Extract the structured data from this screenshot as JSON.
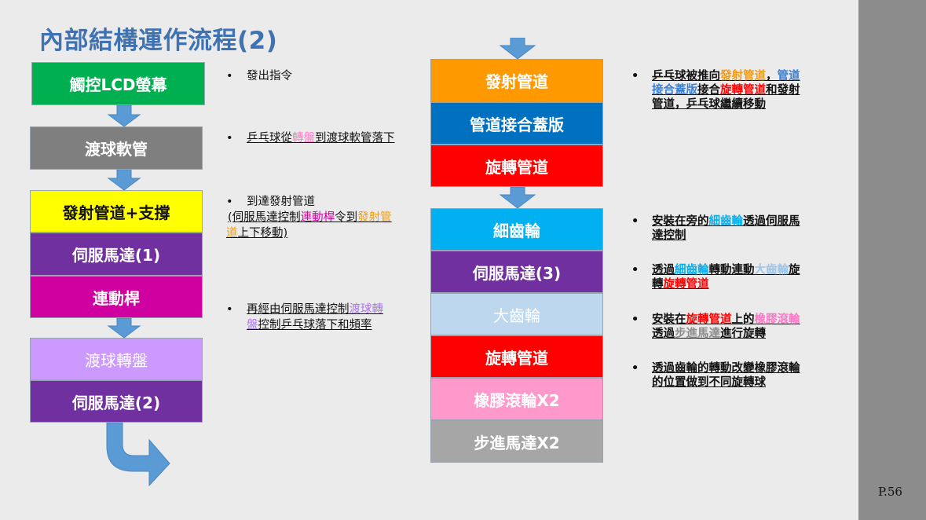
{
  "title": "內部結構運作流程(2)",
  "page_number": "P.56",
  "colors": {
    "accent_title": "#3f72b2",
    "arrow": "#5b9bd5",
    "highlight_orange": "#f39c12",
    "highlight_red": "#ff0000",
    "highlight_blue": "#3d7fd0",
    "highlight_pink": "#ff78c8",
    "highlight_purple": "#a878e8",
    "highlight_cyan": "#00b0f0",
    "highlight_lightblue": "#9fc5e8"
  },
  "left_flow": [
    {
      "label": "觸控LCD螢幕",
      "color": "#00b050"
    },
    {
      "label": "渡球軟管",
      "color": "#7f7f7f"
    },
    {
      "label": "發射管道+支撐",
      "color": "#ffff00"
    },
    {
      "label": "伺服馬達(1)",
      "color": "#7030a0"
    },
    {
      "label": "連動桿",
      "color": "#d000a0"
    },
    {
      "label": "渡球轉盤",
      "color": "#cc99ff"
    },
    {
      "label": "伺服馬達(2)",
      "color": "#7030a0"
    }
  ],
  "right_flow": [
    {
      "label": "發射管道",
      "color": "#ff9900"
    },
    {
      "label": "管道接合蓋版",
      "color": "#0070c0"
    },
    {
      "label": "旋轉管道",
      "color": "#ff0000"
    },
    {
      "label": "細齒輪",
      "color": "#00b0f0"
    },
    {
      "label": "伺服馬達(3)",
      "color": "#7030a0"
    },
    {
      "label": "大齒輪",
      "color": "#bdd7ee"
    },
    {
      "label": "旋轉管道",
      "color": "#ff0000"
    },
    {
      "label": "橡膠滾輪X2",
      "color": "#ff99cc"
    },
    {
      "label": "步進馬達X2",
      "color": "#a6a6a6"
    }
  ],
  "notes_left": {
    "n1": {
      "t1": "發出指令"
    },
    "n2": {
      "t1": "乒乓球從",
      "h1": "轉盤",
      "t2": "到渡球軟管落下"
    },
    "n3": {
      "l1": "到達發射管道",
      "p1": "(伺服馬達控制",
      "h1": "連動桿",
      "p2": "令到",
      "h2": "發射管",
      "h3": "道",
      "p3": "上下移動)"
    },
    "n4": {
      "p1": "再經由伺服馬達控制",
      "h1": "渡球轉",
      "h2": "盤",
      "p2": "控制乒乓球落下和頻率"
    }
  },
  "notes_right": {
    "n1": {
      "p1": "乒乓球被推向",
      "h1": "發射管道",
      "p2": "，",
      "h2": "管道",
      "h3": "接合蓋版",
      "p3": "接合",
      "h4": "旋轉管道",
      "p4": "和發射",
      "l3": "管道，乒乓球繼續移動"
    },
    "n2": {
      "p1": "安裝在旁的",
      "h1": "細齒輪",
      "p2": "透過伺服馬",
      "l2": "達控制"
    },
    "n3": {
      "p1": "透過",
      "h1": "細齒輪",
      "p2": "轉動連動",
      "h2": "大齒輪",
      "p3": "旋",
      "p4": "轉",
      "h3": "旋轉管道"
    },
    "n4": {
      "p1": "安裝在",
      "h1": "旋轉管道",
      "p2": "上的",
      "h2": "橡膠滾輪",
      "p3": "透過",
      "h3": "步進馬達",
      "p4": "進行旋轉"
    },
    "n5": {
      "l1": "透過齒輪的轉動改變橡膠滾輪",
      "l2": "的位置做到不同旋轉球"
    }
  },
  "bullet_symbol": "•"
}
